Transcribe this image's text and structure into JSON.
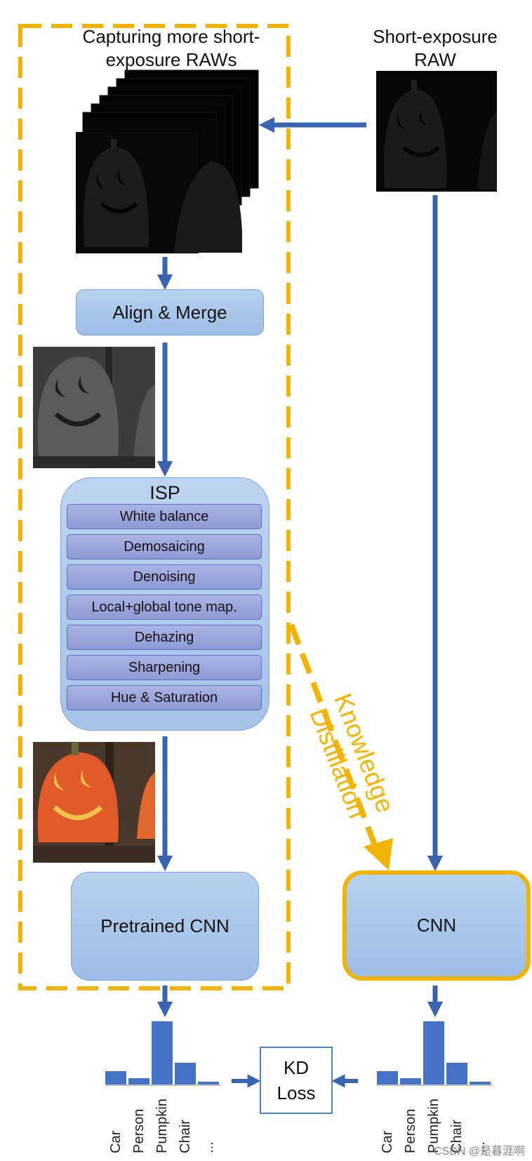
{
  "left_title": "Capturing more short-\nexposure RAWs",
  "right_title": "Short-exposure\nRAW",
  "align_merge": "Align & Merge",
  "isp": {
    "title": "ISP",
    "steps": [
      "White balance",
      "Demosaicing",
      "Denoising",
      "Local+global tone map.",
      "Dehazing",
      "Sharpening",
      "Hue & Saturation"
    ]
  },
  "pretrained_cnn": "Pretrained CNN",
  "cnn": "CNN",
  "knowledge_distillation": {
    "line1": "Knowledge",
    "line2": "Distillation"
  },
  "kd_loss": {
    "line1": "KD",
    "line2": "Loss"
  },
  "histogram": {
    "categories": [
      "Car",
      "Person",
      "Pumpkin",
      "Chair",
      "..."
    ],
    "values": [
      0.21,
      0.1,
      1.0,
      0.34,
      0.04
    ]
  },
  "watermark": "CSDN @是暮涯啊",
  "colors": {
    "accent_orange": "#f2b400",
    "arrow_blue": "#3a64b0",
    "bar_blue": "#4472c4",
    "box_blue": "#a9c5ea"
  }
}
